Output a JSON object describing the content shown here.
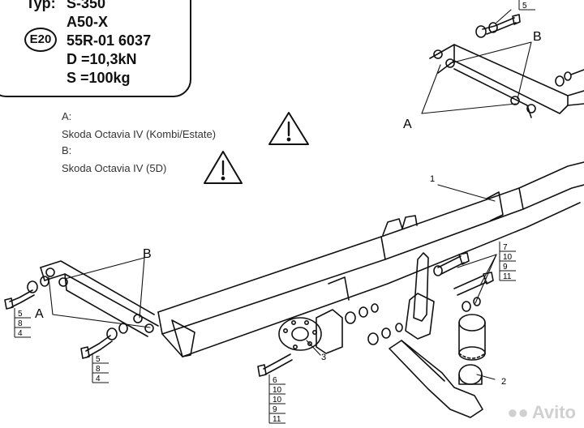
{
  "spec": {
    "typ_label": "Typ:",
    "typ_value": "S-350",
    "model": "A50-X",
    "approval_mark": "E20",
    "approval_number": "55R-01 6037",
    "d_value": "D =10,3kN",
    "s_value": "S =100kg"
  },
  "variants": {
    "a_label": "A:",
    "a_text": "Skoda Octavia IV (Kombi/Estate)",
    "b_label": "B:",
    "b_text": "Skoda Octavia IV (5D)"
  },
  "callouts": {
    "part_1": "1",
    "part_2": "2",
    "part_3": "3",
    "point_a_top": "A",
    "point_b_top": "B",
    "point_a_left": "A",
    "point_b_left": "B"
  },
  "stacks": {
    "top_right": [
      "5"
    ],
    "left_upper": [
      "5",
      "8",
      "4"
    ],
    "left_lower": [
      "5",
      "8",
      "4"
    ],
    "bottom_center": [
      "6",
      "10",
      "10",
      "9",
      "11"
    ],
    "right": [
      "7",
      "10",
      "9",
      "11"
    ]
  },
  "watermark": "Avito"
}
